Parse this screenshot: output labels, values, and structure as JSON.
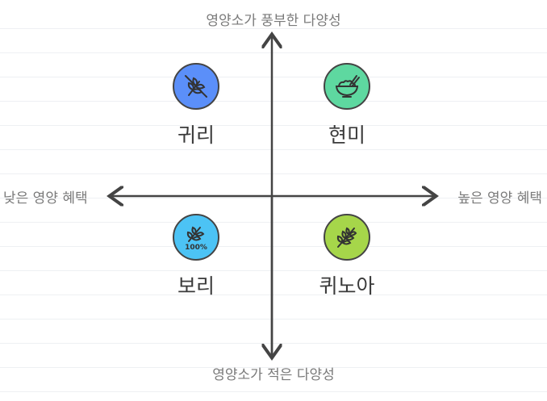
{
  "axes": {
    "top": "영양소가 풍부한 다양성",
    "bottom": "영양소가 적은 다양성",
    "left": "낮은 영양 혜택",
    "right": "높은 영양 혜택"
  },
  "items": [
    {
      "label": "귀리",
      "icon": "no-wheat-icon",
      "color": "#5b8ff9"
    },
    {
      "label": "현미",
      "icon": "rice-bowl-icon",
      "color": "#5ed8a0"
    },
    {
      "label": "보리",
      "icon": "wheat-100-icon",
      "color": "#4cc3f5"
    },
    {
      "label": "퀴노아",
      "icon": "wheat-icon",
      "color": "#a6d64a"
    }
  ]
}
